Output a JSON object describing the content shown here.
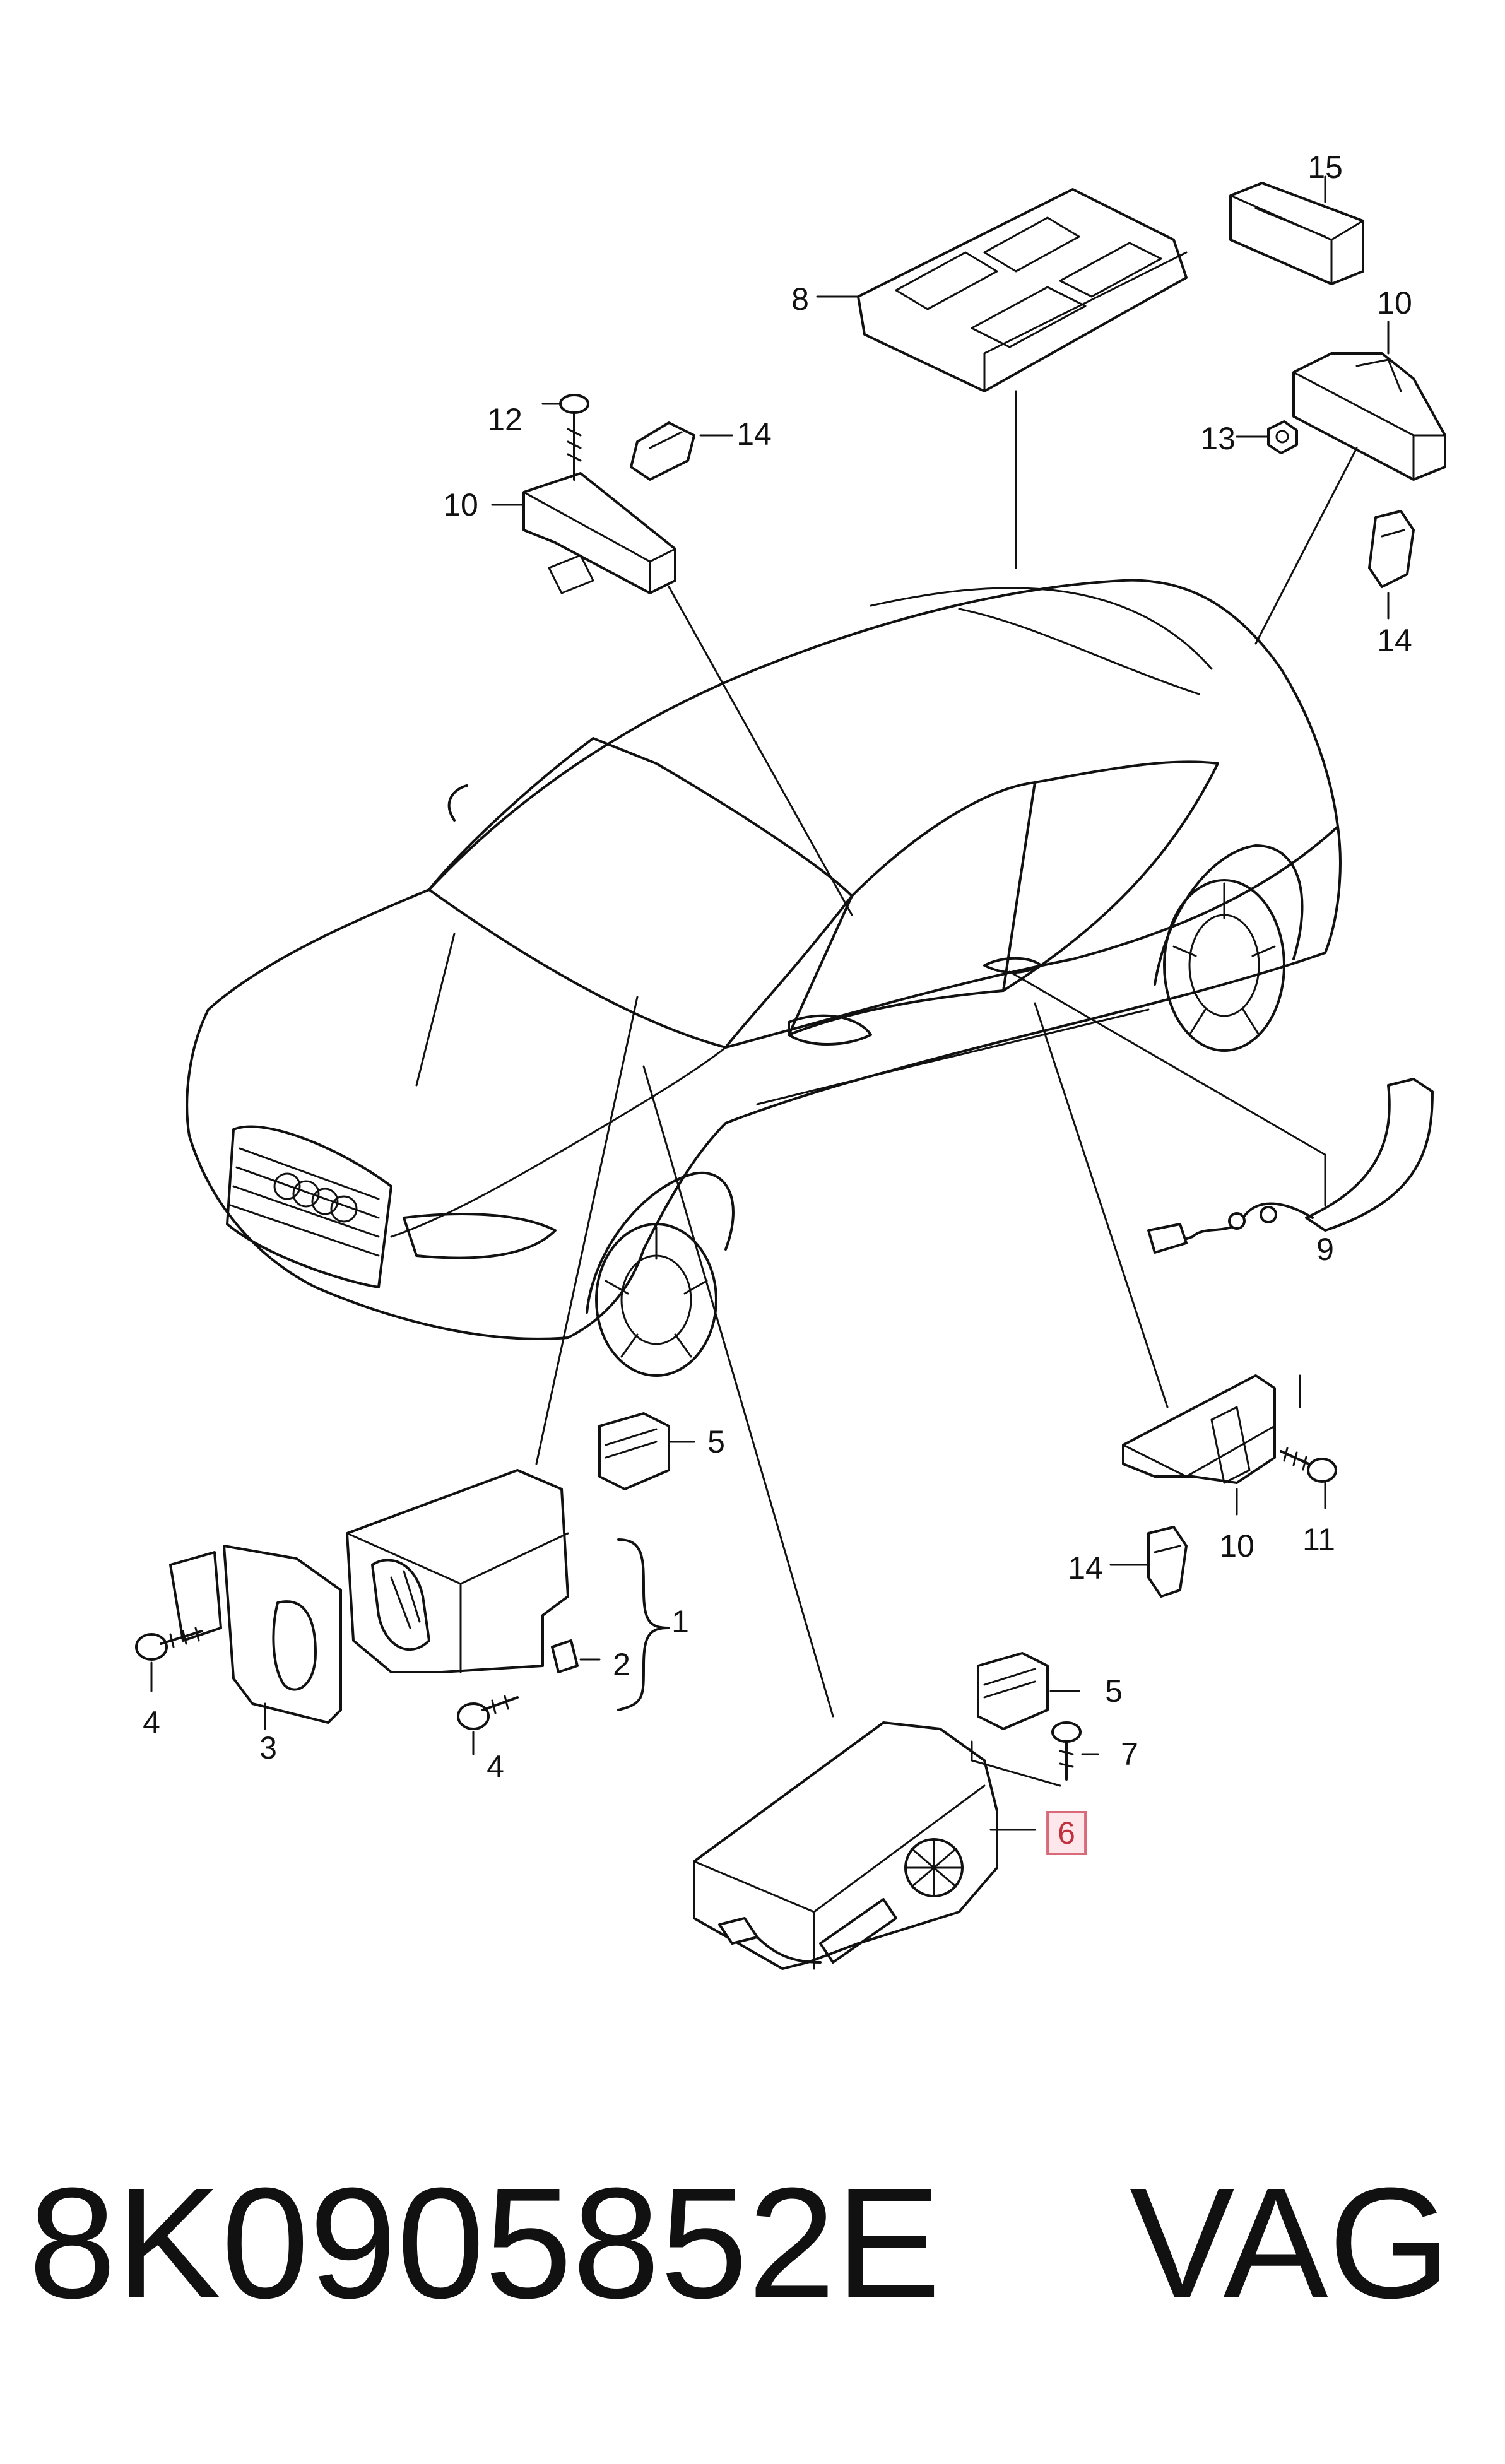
{
  "callouts": [
    {
      "id": "8",
      "text": "8"
    },
    {
      "id": "15",
      "text": "15"
    },
    {
      "id": "10a",
      "text": "10"
    },
    {
      "id": "12",
      "text": "12"
    },
    {
      "id": "14a",
      "text": "14"
    },
    {
      "id": "10b",
      "text": "10"
    },
    {
      "id": "13",
      "text": "13"
    },
    {
      "id": "14b",
      "text": "14"
    },
    {
      "id": "9",
      "text": "9"
    },
    {
      "id": "5a",
      "text": "5"
    },
    {
      "id": "1",
      "text": "1"
    },
    {
      "id": "2",
      "text": "2"
    },
    {
      "id": "4a",
      "text": "4"
    },
    {
      "id": "3",
      "text": "3"
    },
    {
      "id": "4b",
      "text": "4"
    },
    {
      "id": "14c",
      "text": "14"
    },
    {
      "id": "10c",
      "text": "10"
    },
    {
      "id": "11",
      "text": "11"
    },
    {
      "id": "5b",
      "text": "5"
    },
    {
      "id": "7",
      "text": "7"
    },
    {
      "id": "6",
      "text": "6",
      "highlighted": true
    }
  ],
  "caption": {
    "part_number": "8K0905852E",
    "brand": "VAG"
  },
  "colors": {
    "line": "#111111",
    "highlight_border": "#d96a7a",
    "highlight_fill": "#fde7ea",
    "highlight_text": "#c0303f"
  }
}
